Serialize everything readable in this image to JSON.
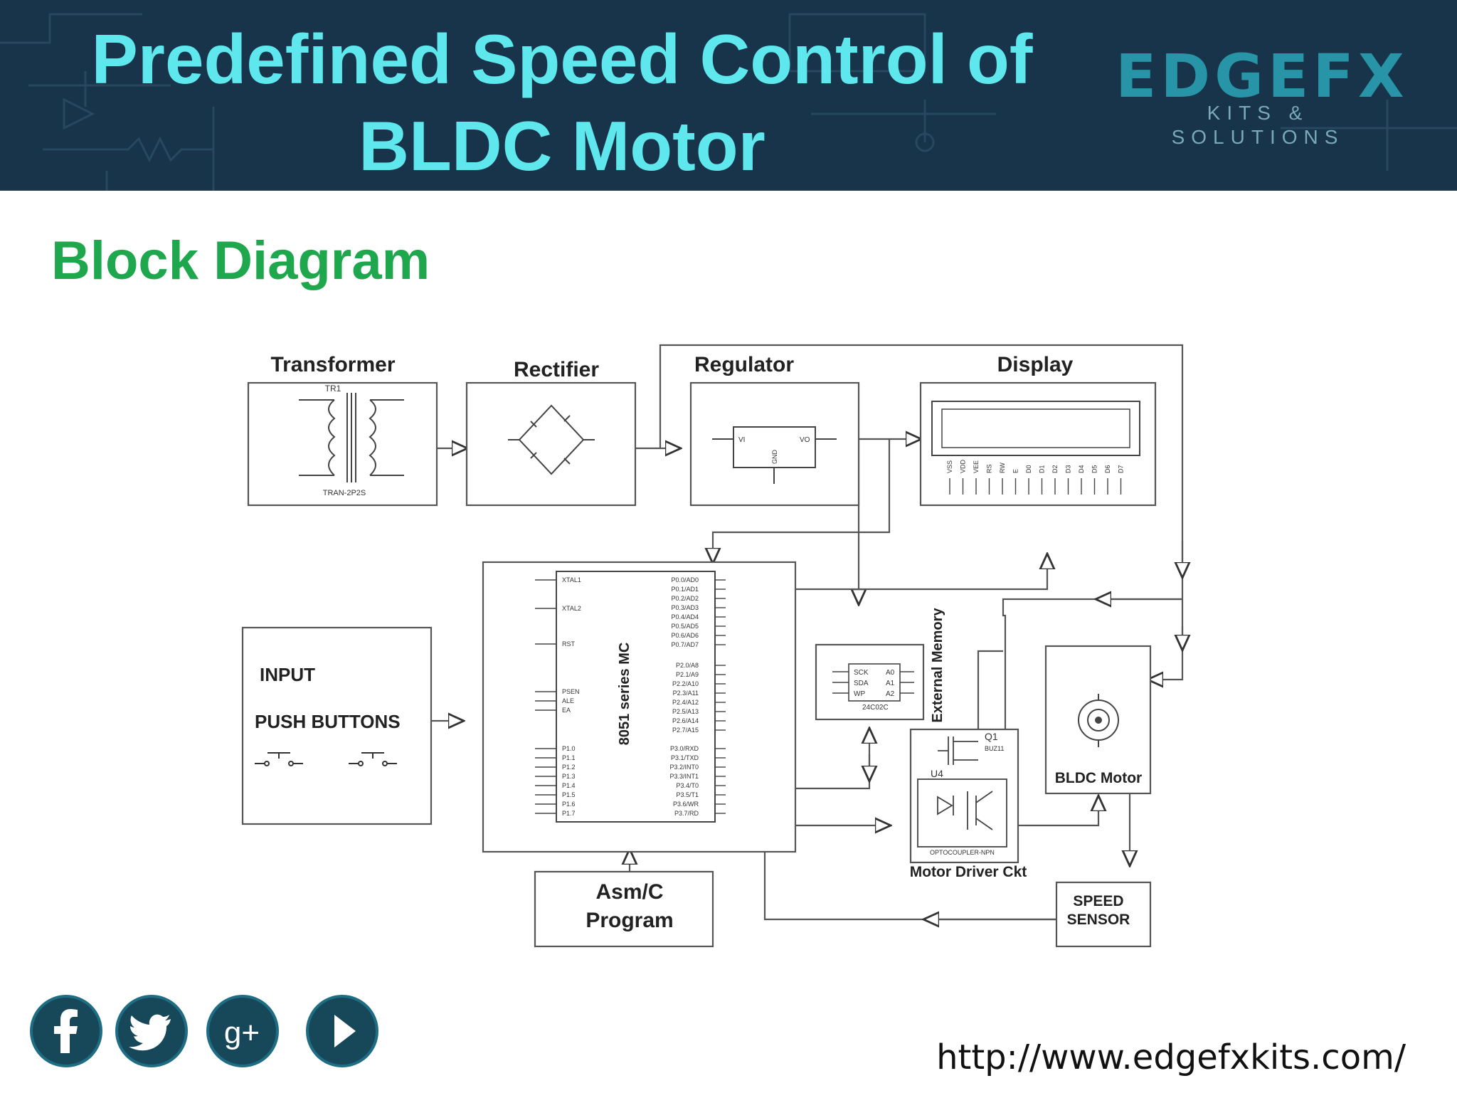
{
  "header": {
    "title_line1": "Predefined Speed Control of",
    "title_line2": "BLDC Motor",
    "logo_text": "EDGEFX",
    "logo_subtext": "KITS & SOLUTIONS"
  },
  "section_title": "Block Diagram",
  "diagram": {
    "transformer": {
      "label": "Transformer",
      "ref": "TR1",
      "part": "TRAN-2P2S"
    },
    "rectifier": {
      "label": "Rectifier"
    },
    "regulator": {
      "label": "Regulator",
      "pin_vi": "VI",
      "pin_vo": "VO",
      "pin_gnd": "GND"
    },
    "display": {
      "label": "Display",
      "pins": [
        "VSS",
        "VDD",
        "VEE",
        "RS",
        "RW",
        "E",
        "D0",
        "D1",
        "D2",
        "D3",
        "D4",
        "D5",
        "D6",
        "D7"
      ]
    },
    "mcu": {
      "label": "8051 series MC",
      "left_pins": [
        "XTAL1",
        "XTAL2",
        "RST",
        "PSEN",
        "ALE",
        "EA",
        "P1.0",
        "P1.1",
        "P1.2",
        "P1.3",
        "P1.4",
        "P1.5",
        "P1.6",
        "P1.7"
      ],
      "right_pins": [
        "P0.0/AD0",
        "P0.1/AD1",
        "P0.2/AD2",
        "P0.3/AD3",
        "P0.4/AD4",
        "P0.5/AD5",
        "P0.6/AD6",
        "P0.7/AD7",
        "P2.0/A8",
        "P2.1/A9",
        "P2.2/A10",
        "P2.3/A11",
        "P2.4/A12",
        "P2.5/A13",
        "P2.6/A14",
        "P2.7/A15",
        "P3.0/RXD",
        "P3.1/TXD",
        "P3.2/INT0",
        "P3.3/INT1",
        "P3.4/T0",
        "P3.5/T1",
        "P3.6/WR",
        "P3.7/RD"
      ]
    },
    "input": {
      "line1": "INPUT",
      "line2": "PUSH BUTTONS"
    },
    "memory": {
      "label": "External Memory",
      "part": "24C02C",
      "pins_left": [
        "SCK",
        "SDA",
        "WP"
      ],
      "pins_right": [
        "A0",
        "A1",
        "A2"
      ]
    },
    "driver": {
      "label": "Motor Driver Ckt",
      "q_ref": "Q1",
      "q_part": "BUZ11",
      "u_ref": "U4",
      "u_part": "OPTOCOUPLER-NPN"
    },
    "motor": {
      "label": "BLDC Motor"
    },
    "program": {
      "line1": "Asm/C",
      "line2": "Program"
    },
    "sensor": {
      "line1": "SPEED",
      "line2": "SENSOR"
    }
  },
  "social": [
    {
      "name": "facebook",
      "icon": "facebook-icon",
      "glyph": "f"
    },
    {
      "name": "twitter",
      "icon": "twitter-icon",
      "glyph": ""
    },
    {
      "name": "google-plus",
      "icon": "google-plus-icon",
      "glyph": "g+"
    },
    {
      "name": "youtube",
      "icon": "play-icon",
      "glyph": ""
    }
  ],
  "url": "http://www.edgefxkits.com/",
  "colors": {
    "header_bg": "#17344a",
    "title": "#5ee8ee",
    "subtitle": "#1fa74d",
    "social_bg": "#17485a"
  }
}
